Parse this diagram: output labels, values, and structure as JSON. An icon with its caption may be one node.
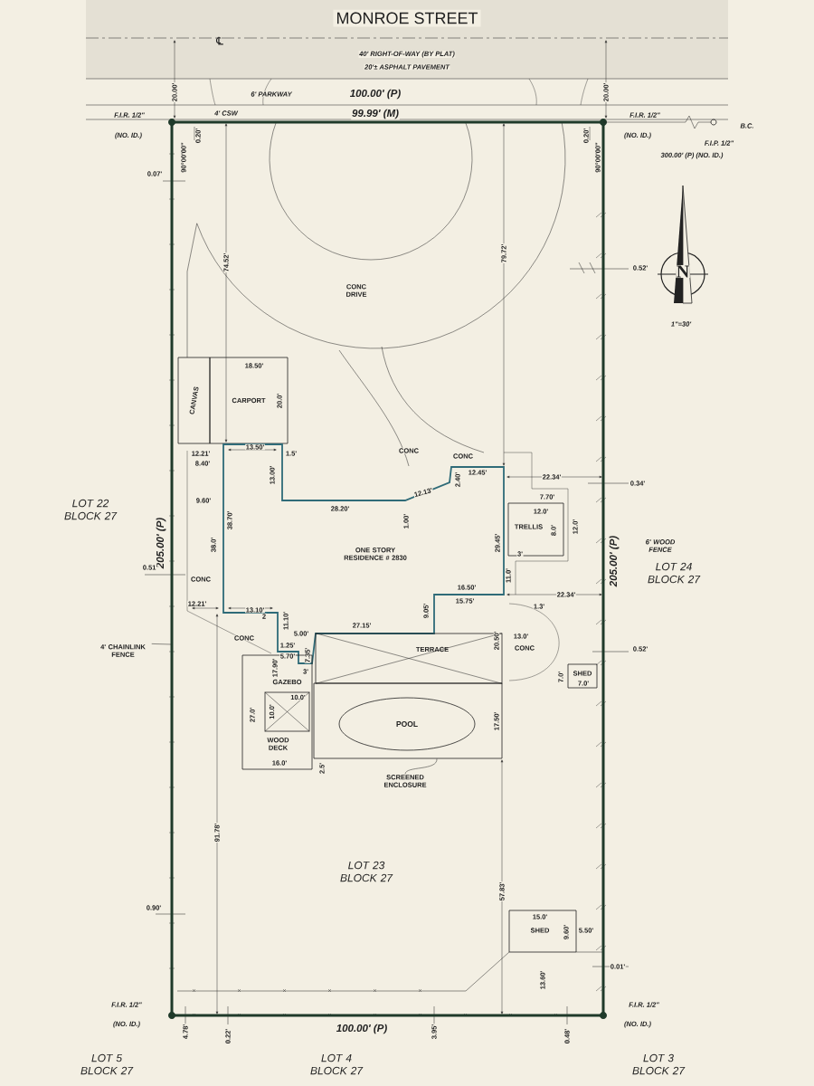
{
  "diagram": {
    "nodes": [
      {
        "text": [
          "CARPORT"
        ]
      },
      {
        "text": [
          "CANVAS"
        ]
      },
      {
        "text": [
          "ONE STORY RESIDENCE # 2830"
        ]
      },
      {
        "text": [
          "TRELLIS"
        ]
      },
      {
        "text": [
          "TERRACE"
        ]
      },
      {
        "text": [],
        "shape": "box"
      },
      {
        "text": [
          "POOL"
        ],
        "in": 5
      },
      {
        "text": [
          "WOOD DECK"
        ]
      },
      {
        "text": [
          "GAZEBO"
        ],
        "in": 7
      },
      {
        "text": [
          "SHED"
        ]
      },
      {
        "text": [
          "SHED"
        ]
      },
      {
        "text": [
          "SCREENED ENCLOSURE"
        ]
      },
      {
        "text": [
          "4' CHAINLINK FENCE"
        ]
      }
    ],
    "edges": [
      {
        "from": 11,
        "to": 5,
        "arrow": "none"
      },
      {
        "from": 12,
        "to": null,
        "arrow": "none"
      }
    ],
    "labels": [
      "MONROE STREET",
      "℄",
      "40' RIGHT-OF-WAY (BY PLAT)",
      "20'± ASPHALT PAVEMENT",
      "20.00'",
      "20.00'",
      "6' PARKWAY",
      "100.00' (P)",
      "F.I.R. 1/2\"",
      "4' CSW",
      "99.99' (M)",
      "F.I.R. 1/2\"",
      "B.C.",
      "(NO. ID.)",
      "90°00'00\"",
      "0.20'",
      "0.20'",
      "90°00'00\"",
      "(NO. ID.)",
      "F.I.P. 1/2\"",
      "300.00' (P) (NO. ID.)",
      "0.07'",
      "74.52'",
      "79.72'",
      "0.52'",
      "CONC DRIVE",
      "N",
      "1\"=30'",
      "18.50'",
      "20.0'",
      "12.21'",
      "13.50'",
      "1.5'",
      "CONC",
      "CONC",
      "8.40'",
      "13.00'",
      "2.40'",
      "12.45'",
      "22.34'",
      "0.34'",
      "12.13'",
      "7.70'",
      "9.60'",
      "28.20'",
      "1.00'",
      "12.0'",
      "8.0'",
      "12.0'",
      "LOT 22 BLOCK 27",
      "205.00' (P)",
      "38.0'",
      "38.70'",
      "29.45'",
      "6' WOOD FENCE",
      "LOT 24 BLOCK 27",
      "205.00' (P)",
      "3'",
      "0.51'",
      "CONC",
      "11.0'",
      "16.50'",
      "22.34'",
      "12.21'",
      "13.10'",
      "15.75'",
      "1.3'",
      "9.05'",
      "11.10'",
      "2",
      "5.00'",
      "27.15'",
      "CONC",
      "20.50'",
      "13.0'",
      "1.25'",
      "CONC",
      "0.52'",
      "5.70'",
      "7.35'",
      "17.90'",
      "3'",
      "7.0'",
      "7.0'",
      "10.0'",
      "27.0'",
      "10.0'",
      "17.50'",
      "16.0'",
      "2.5'",
      "91.78'",
      "LOT 23 BLOCK 27",
      "57.83'",
      "0.90'",
      "15.0'",
      "9.60'",
      "5.50'",
      "13.60'",
      "0.01'",
      "F.I.R. 1/2\"",
      "F.I.R. 1/2\"",
      "(NO. ID.)",
      "(NO. ID.)",
      "4.78'",
      "0.22'",
      "100.00' (P)",
      "3.95'",
      "0.48'",
      "LOT 5 BLOCK 27",
      "LOT 4 BLOCK 27",
      "LOT 3 BLOCK 27"
    ]
  }
}
